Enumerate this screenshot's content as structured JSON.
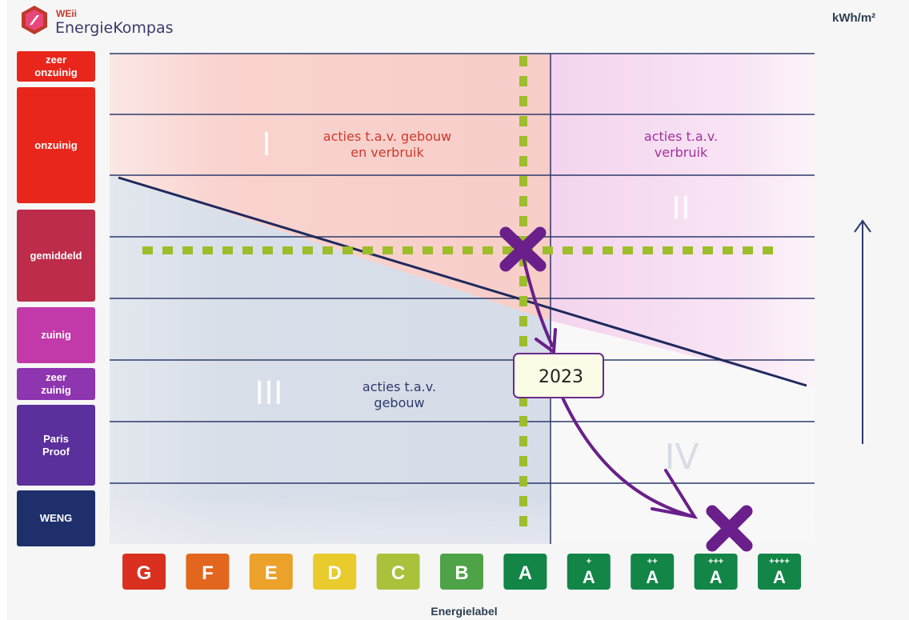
{
  "header": {
    "brand_small": "WEii",
    "brand_name": "EnergieKompas",
    "unit_label": "kWh/m²"
  },
  "categories": [
    {
      "label": "zeer\nonzuinig",
      "color": "#e8261b"
    },
    {
      "label": "onzuinig",
      "color": "#e8261b"
    },
    {
      "label": "gemiddeld",
      "color": "#bd2c4a"
    },
    {
      "label": "zuinig",
      "color": "#c23aa9"
    },
    {
      "label": "zeer\nzuinig",
      "color": "#8e35b0"
    },
    {
      "label": "Paris\nProof",
      "color": "#5b2f9c"
    },
    {
      "label": "WENG",
      "color": "#1f2f6b"
    }
  ],
  "quadrants": {
    "q1_numeral": "I",
    "q1_text": "acties t.a.v. gebouw\nen verbruik",
    "q2_numeral": "II",
    "q2_text": "acties t.a.v.\nverbruik",
    "q3_numeral": "III",
    "q3_text": "acties t.a.v.\ngebouw",
    "q4_numeral": "IV"
  },
  "energy_labels": [
    {
      "label": "G",
      "plus": "",
      "color": "#d9301f"
    },
    {
      "label": "F",
      "plus": "",
      "color": "#e3661f"
    },
    {
      "label": "E",
      "plus": "",
      "color": "#eca12a"
    },
    {
      "label": "D",
      "plus": "",
      "color": "#e9cb2d"
    },
    {
      "label": "C",
      "plus": "",
      "color": "#a9c23b"
    },
    {
      "label": "B",
      "plus": "",
      "color": "#4ea346"
    },
    {
      "label": "A",
      "plus": "",
      "color": "#128547"
    },
    {
      "label": "A",
      "plus": "+",
      "color": "#128547"
    },
    {
      "label": "A",
      "plus": "++",
      "color": "#128547"
    },
    {
      "label": "A",
      "plus": "+++",
      "color": "#128547"
    },
    {
      "label": "A",
      "plus": "++++",
      "color": "#128547"
    }
  ],
  "x_axis_label": "Energielabel",
  "annotation": {
    "year": "2023",
    "marker_color": "#6a1f8a",
    "guide_color": "#9dbd2a"
  }
}
